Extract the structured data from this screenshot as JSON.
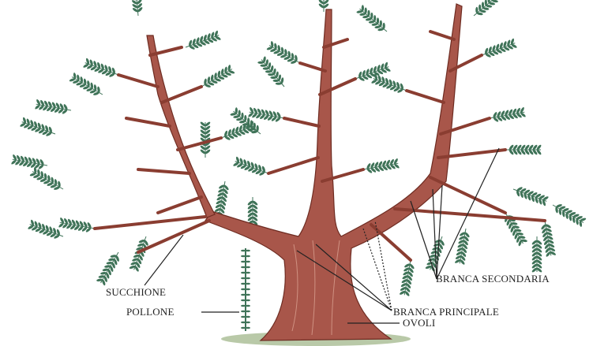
{
  "labels": {
    "succhione": "SUCCHIONE",
    "pollone": "POLLONE",
    "branca_principale": "BRANCA PRINCIPALE",
    "ovoli": "OVOLI",
    "branca_secondaria": "BRANCA SECONDARIA"
  },
  "colors": {
    "bark": "#9b4a3c",
    "bark_light": "#c98a78",
    "foliage": "#3f7358",
    "ink": "#222222"
  }
}
